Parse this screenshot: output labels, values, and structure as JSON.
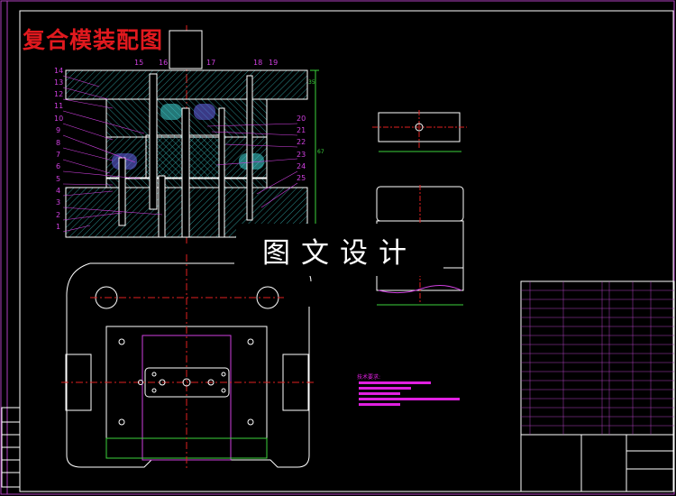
{
  "drawing": {
    "title": "复合模装配图",
    "watermark": "图文设计",
    "part_numbers_left": [
      "14",
      "13",
      "12",
      "11",
      "10",
      "9",
      "8",
      "7",
      "6",
      "5",
      "4",
      "3",
      "2",
      "1"
    ],
    "part_numbers_top": [
      "15",
      "16",
      "17",
      "18",
      "19"
    ],
    "part_numbers_right": [
      "20",
      "21",
      "22",
      "23",
      "24",
      "25"
    ],
    "dimensions": {
      "top_plate": "35",
      "height": "67"
    },
    "notes_heading": "技术要求:",
    "notes_count": 5,
    "colors": {
      "title": "#e0191e",
      "outline": "#ffffff",
      "centerline": "#e02020",
      "leader": "#d040e0",
      "dimension": "#3cd23c",
      "hatch": "#3cc8c8"
    }
  }
}
